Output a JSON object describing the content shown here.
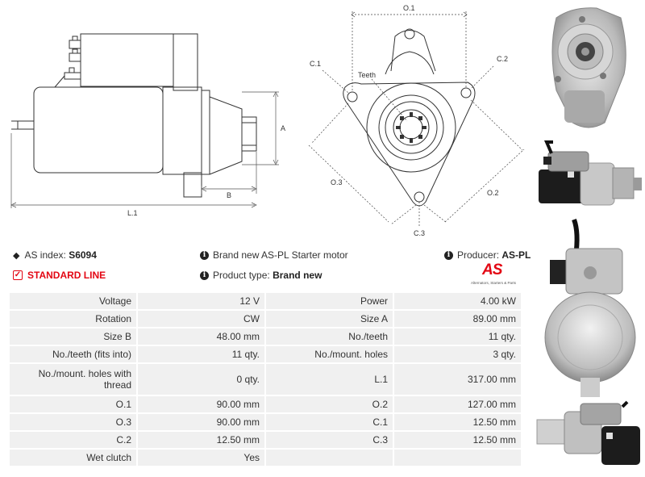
{
  "drawing": {
    "labels": {
      "o1": "O.1",
      "o2": "O.2",
      "o3": "O.3",
      "c1": "C.1",
      "c2": "C.2",
      "c3": "C.3",
      "teeth": "Teeth",
      "a": "A",
      "b": "B",
      "l1": "L.1"
    }
  },
  "info": {
    "as_index_label": "AS index:",
    "as_index_value": "S6094",
    "standard_line": "STANDARD LINE",
    "description": "Brand new AS-PL Starter motor",
    "product_type_label": "Product type:",
    "product_type_value": "Brand new",
    "producer_label": "Producer:",
    "producer_value": "AS-PL",
    "logo_text": "AS",
    "logo_tagline": "Alternators, Starters & Parts"
  },
  "specs": [
    [
      "Voltage",
      "12 V",
      "Power",
      "4.00 kW"
    ],
    [
      "Rotation",
      "CW",
      "Size A",
      "89.00 mm"
    ],
    [
      "Size B",
      "48.00 mm",
      "No./teeth",
      "11 qty."
    ],
    [
      "No./teeth (fits into)",
      "11 qty.",
      "No./mount. holes",
      "3 qty."
    ],
    [
      "No./mount. holes with thread",
      "0 qty.",
      "L.1",
      "317.00 mm"
    ],
    [
      "O.1",
      "90.00 mm",
      "O.2",
      "127.00 mm"
    ],
    [
      "O.3",
      "90.00 mm",
      "C.1",
      "12.50 mm"
    ],
    [
      "C.2",
      "12.50 mm",
      "C.3",
      "12.50 mm"
    ],
    [
      "Wet clutch",
      "Yes",
      "",
      ""
    ]
  ],
  "colors": {
    "accent": "#e30613",
    "cell_bg": "#f0f0f0"
  }
}
